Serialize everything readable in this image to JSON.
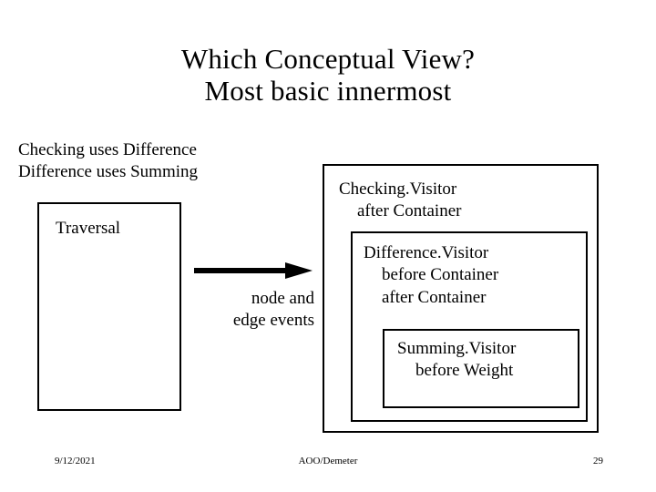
{
  "slide": {
    "title_lines": [
      "Which Conceptual View?",
      "Most basic innermost"
    ],
    "premise_lines": [
      "Checking uses Difference",
      "Difference uses Summing"
    ],
    "traversal_box": {
      "label": "Traversal"
    },
    "arrow": {
      "name": "right-arrow",
      "label_lines": [
        "node and",
        "edge events"
      ]
    },
    "visitor_boxes": {
      "outer": {
        "lines": [
          "Checking.Visitor",
          "after Container"
        ]
      },
      "middle": {
        "lines": [
          "Difference.Visitor",
          "before Container",
          "after Container"
        ]
      },
      "inner": {
        "lines": [
          "Summing.Visitor",
          "before Weight"
        ]
      }
    },
    "footer": {
      "date": "9/12/2021",
      "center": "AOO/Demeter",
      "page": "29"
    },
    "colors": {
      "background": "#ffffff",
      "foreground": "#000000",
      "border": "#000000"
    }
  }
}
